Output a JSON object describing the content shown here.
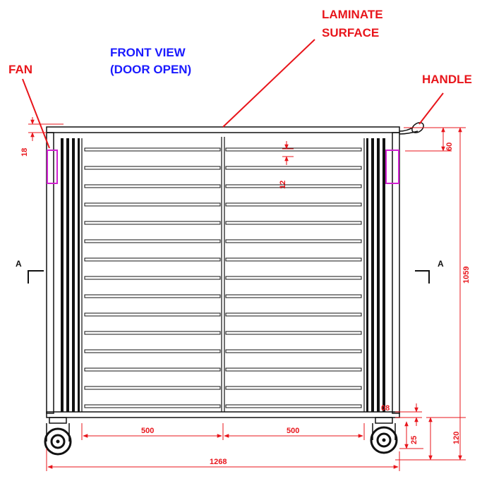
{
  "view_title": {
    "line1": "FRONT VIEW",
    "line2": "(DOOR OPEN)"
  },
  "callouts": {
    "fan": "FAN",
    "laminate_line1": "LAMINATE",
    "laminate_line2": "SURFACE",
    "handle": "HANDLE"
  },
  "dimensions": {
    "top_gap": "18",
    "shelf_spacing": "12",
    "handle_height": "60",
    "overall_height": "1059",
    "bottom_gap": "08",
    "wheel_offset": "25",
    "base_height": "120",
    "bay_left": "500",
    "bay_right": "500",
    "overall_width": "1268"
  },
  "section_marks": {
    "left": "A",
    "right": "A"
  },
  "colors": {
    "annotation": "#e8151b",
    "title": "#1a1aff",
    "fan": "#d020d0",
    "line": "#111111"
  },
  "shelf_rows": 15
}
